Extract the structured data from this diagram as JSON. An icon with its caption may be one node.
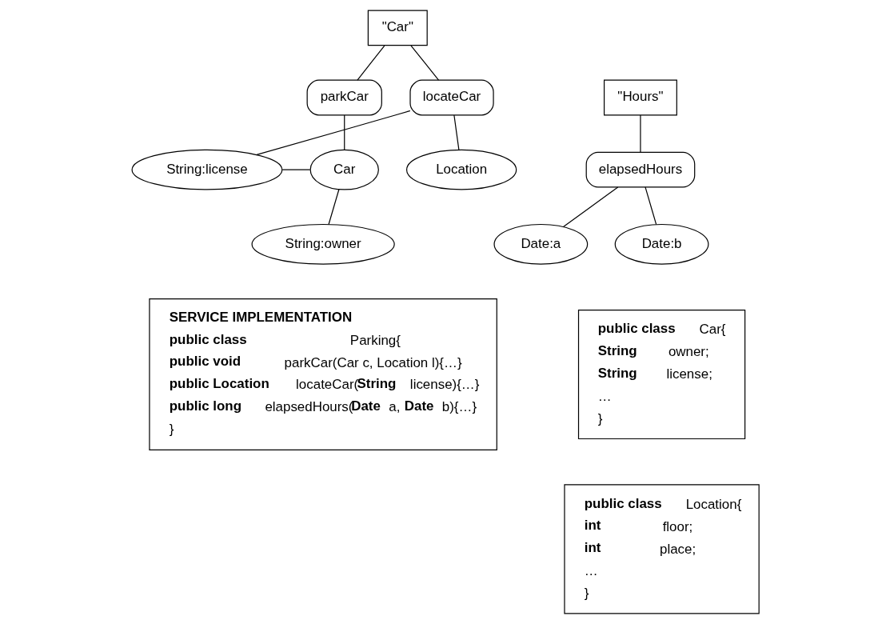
{
  "diagram": {
    "nodes": [
      {
        "text": [
          "\"Car\""
        ]
      },
      {
        "text": [
          "parkCar"
        ]
      },
      {
        "text": [
          "locateCar"
        ]
      },
      {
        "text": [
          "String:license"
        ]
      },
      {
        "text": [
          "Car"
        ]
      },
      {
        "text": [
          "Location"
        ]
      },
      {
        "text": [
          "String:owner"
        ]
      },
      {
        "text": [
          "\"Hours\""
        ]
      },
      {
        "text": [
          "elapsedHours"
        ]
      },
      {
        "text": [
          "Date:a"
        ]
      },
      {
        "text": [
          "Date:b"
        ]
      },
      {
        "text": [
          "**SERVICE IMPLEMENTATION**",
          "**public class** Parking{",
          "**public void** parkCar(Car c, Location l){…}",
          "**public Location** locateCar(**String** license){…}",
          "**public long** elapsedHours(**Date** a, **Date** b){…}",
          "}"
        ]
      },
      {
        "text": [
          "**public class** Car{",
          "**String** owner;",
          "**String** license;",
          "…",
          "}"
        ]
      },
      {
        "text": [
          "**public class** Location{",
          "**int** floor;",
          "**int** place;",
          "…",
          "}"
        ]
      }
    ],
    "edges": [
      {
        "from": 0,
        "to": 1,
        "arrow": "none"
      },
      {
        "from": 0,
        "to": 2,
        "arrow": "none"
      },
      {
        "from": 1,
        "to": 4,
        "arrow": "none"
      },
      {
        "from": 2,
        "to": 3,
        "arrow": "none"
      },
      {
        "from": 2,
        "to": 5,
        "arrow": "none"
      },
      {
        "from": 3,
        "to": 4,
        "arrow": "none"
      },
      {
        "from": 6,
        "to": 4,
        "arrow": "none"
      },
      {
        "from": 7,
        "to": 8,
        "arrow": "none"
      },
      {
        "from": 8,
        "to": 9,
        "arrow": "none"
      },
      {
        "from": 8,
        "to": 10,
        "arrow": "none"
      }
    ]
  }
}
